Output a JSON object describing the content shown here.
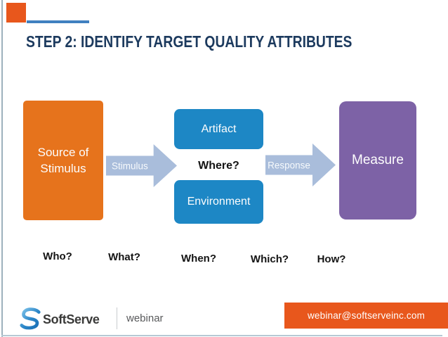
{
  "slide": {
    "title": "STEP 2: IDENTIFY TARGET QUALITY ATTRIBUTES"
  },
  "diagram": {
    "source_box": {
      "line1": "Source of",
      "line2": "Stimulus"
    },
    "stimulus_arrow_label": "Stimulus",
    "artifact_box_label": "Artifact",
    "where_label": "Where?",
    "environment_box_label": "Environment",
    "response_arrow_label": "Response",
    "measure_box_label": "Measure"
  },
  "questions": {
    "who": "Who?",
    "what": "What?",
    "when": "When?",
    "which": "Which?",
    "how": "How?"
  },
  "footer": {
    "brand": "SoftServe",
    "session": "webinar",
    "email": "webinar@softserveinc.com"
  },
  "colors": {
    "accent_orange": "#e8571c",
    "diagram_orange": "#e6731c",
    "diagram_blue": "#1d87c5",
    "diagram_purple": "#7d62a6",
    "arrow_steel_blue": "#a9bddb",
    "title_navy": "#1c3a5e",
    "accent_line_blue": "#4080c0"
  }
}
